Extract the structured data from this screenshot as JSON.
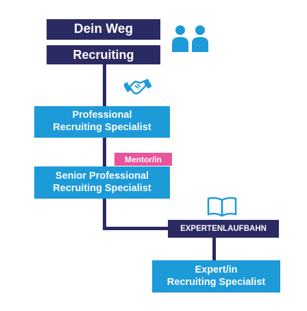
{
  "header": {
    "title": "Dein Weg",
    "track": "Recruiting"
  },
  "steps": [
    {
      "line1": "Professional",
      "line2": "Recruiting Specialist"
    },
    {
      "line1": "Senior Professional",
      "line2": "Recruiting Specialist"
    }
  ],
  "badges": {
    "mentor": "Mentor/in",
    "expert_track": "EXPERTENLAUFBAHN"
  },
  "expert": {
    "line1": "Expert/in",
    "line2": "Recruiting Specialist"
  },
  "icons": {
    "people": "people-icon",
    "handshake": "handshake-icon",
    "book": "open-book-icon"
  },
  "colors": {
    "navy": "#2b2a63",
    "cyan": "#1d9ad8",
    "pink": "#e8559b",
    "icon_blue": "#1d9ad8"
  }
}
